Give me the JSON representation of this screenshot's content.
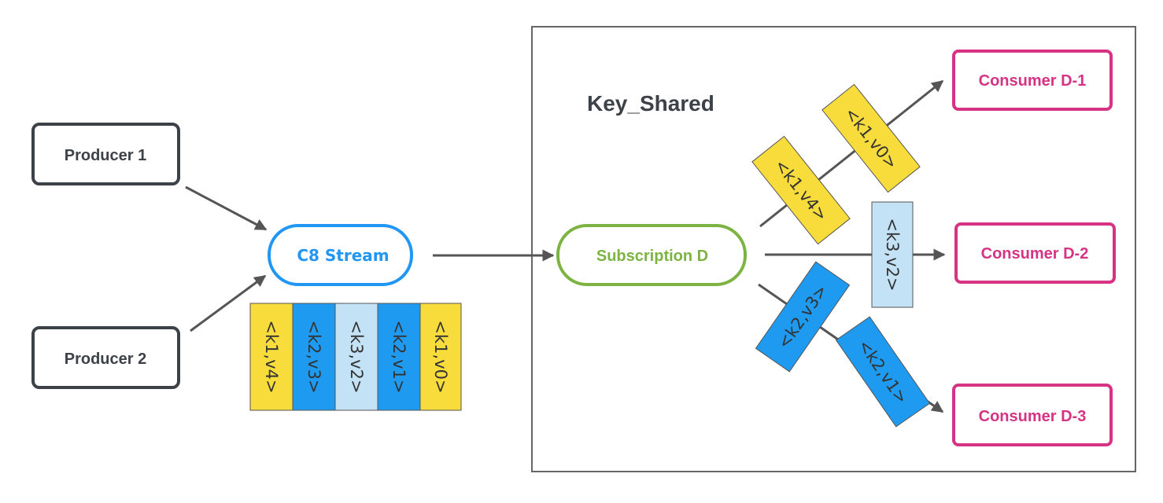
{
  "colors": {
    "dark": "#3d4249",
    "arrow": "#555555",
    "blue": "#2196f3",
    "green": "#7cb342",
    "magenta": "#d63384",
    "yellow": "#f8dc3c",
    "dark_blue": "#1e9bf0",
    "light_blue": "#c3e2f5",
    "frame": "#666666"
  },
  "producers": [
    {
      "label": "Producer 1"
    },
    {
      "label": "Producer 2"
    }
  ],
  "stream": {
    "label": "C8 Stream"
  },
  "stream_messages": [
    {
      "label": "<k1,v4>",
      "color": "yellow"
    },
    {
      "label": "<k2,v3>",
      "color": "dark_blue"
    },
    {
      "label": "<k3,v2>",
      "color": "light_blue"
    },
    {
      "label": "<k2,v1>",
      "color": "dark_blue"
    },
    {
      "label": "<k1,v0>",
      "color": "yellow"
    }
  ],
  "subscription": {
    "mode_title": "Key_Shared",
    "label": "Subscription D"
  },
  "consumers": [
    {
      "label": "Consumer D-1"
    },
    {
      "label": "Consumer D-2"
    },
    {
      "label": "Consumer D-3"
    }
  ],
  "routed_messages": [
    {
      "label": "<k1,v0>",
      "color": "yellow",
      "consumer": "Consumer D-1"
    },
    {
      "label": "<k1,v4>",
      "color": "yellow",
      "consumer": "Consumer D-1"
    },
    {
      "label": "<k3,v2>",
      "color": "light_blue",
      "consumer": "Consumer D-2"
    },
    {
      "label": "<k2,v3>",
      "color": "dark_blue",
      "consumer": "Consumer D-3"
    },
    {
      "label": "<k2,v1>",
      "color": "dark_blue",
      "consumer": "Consumer D-3"
    }
  ]
}
